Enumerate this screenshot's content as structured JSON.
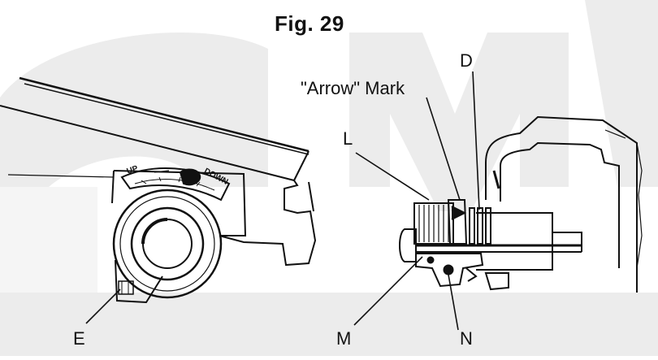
{
  "figure": {
    "title": "Fig. 29"
  },
  "labels": {
    "arrow_mark": "\"Arrow\" Mark",
    "d": "D",
    "l": "L",
    "m": "M",
    "n": "N",
    "e": "E"
  },
  "dial": {
    "up": "UP",
    "down": "DOWN"
  },
  "colors": {
    "ink": "#111111",
    "watermark": "#ececec",
    "paper": "#ffffff"
  }
}
